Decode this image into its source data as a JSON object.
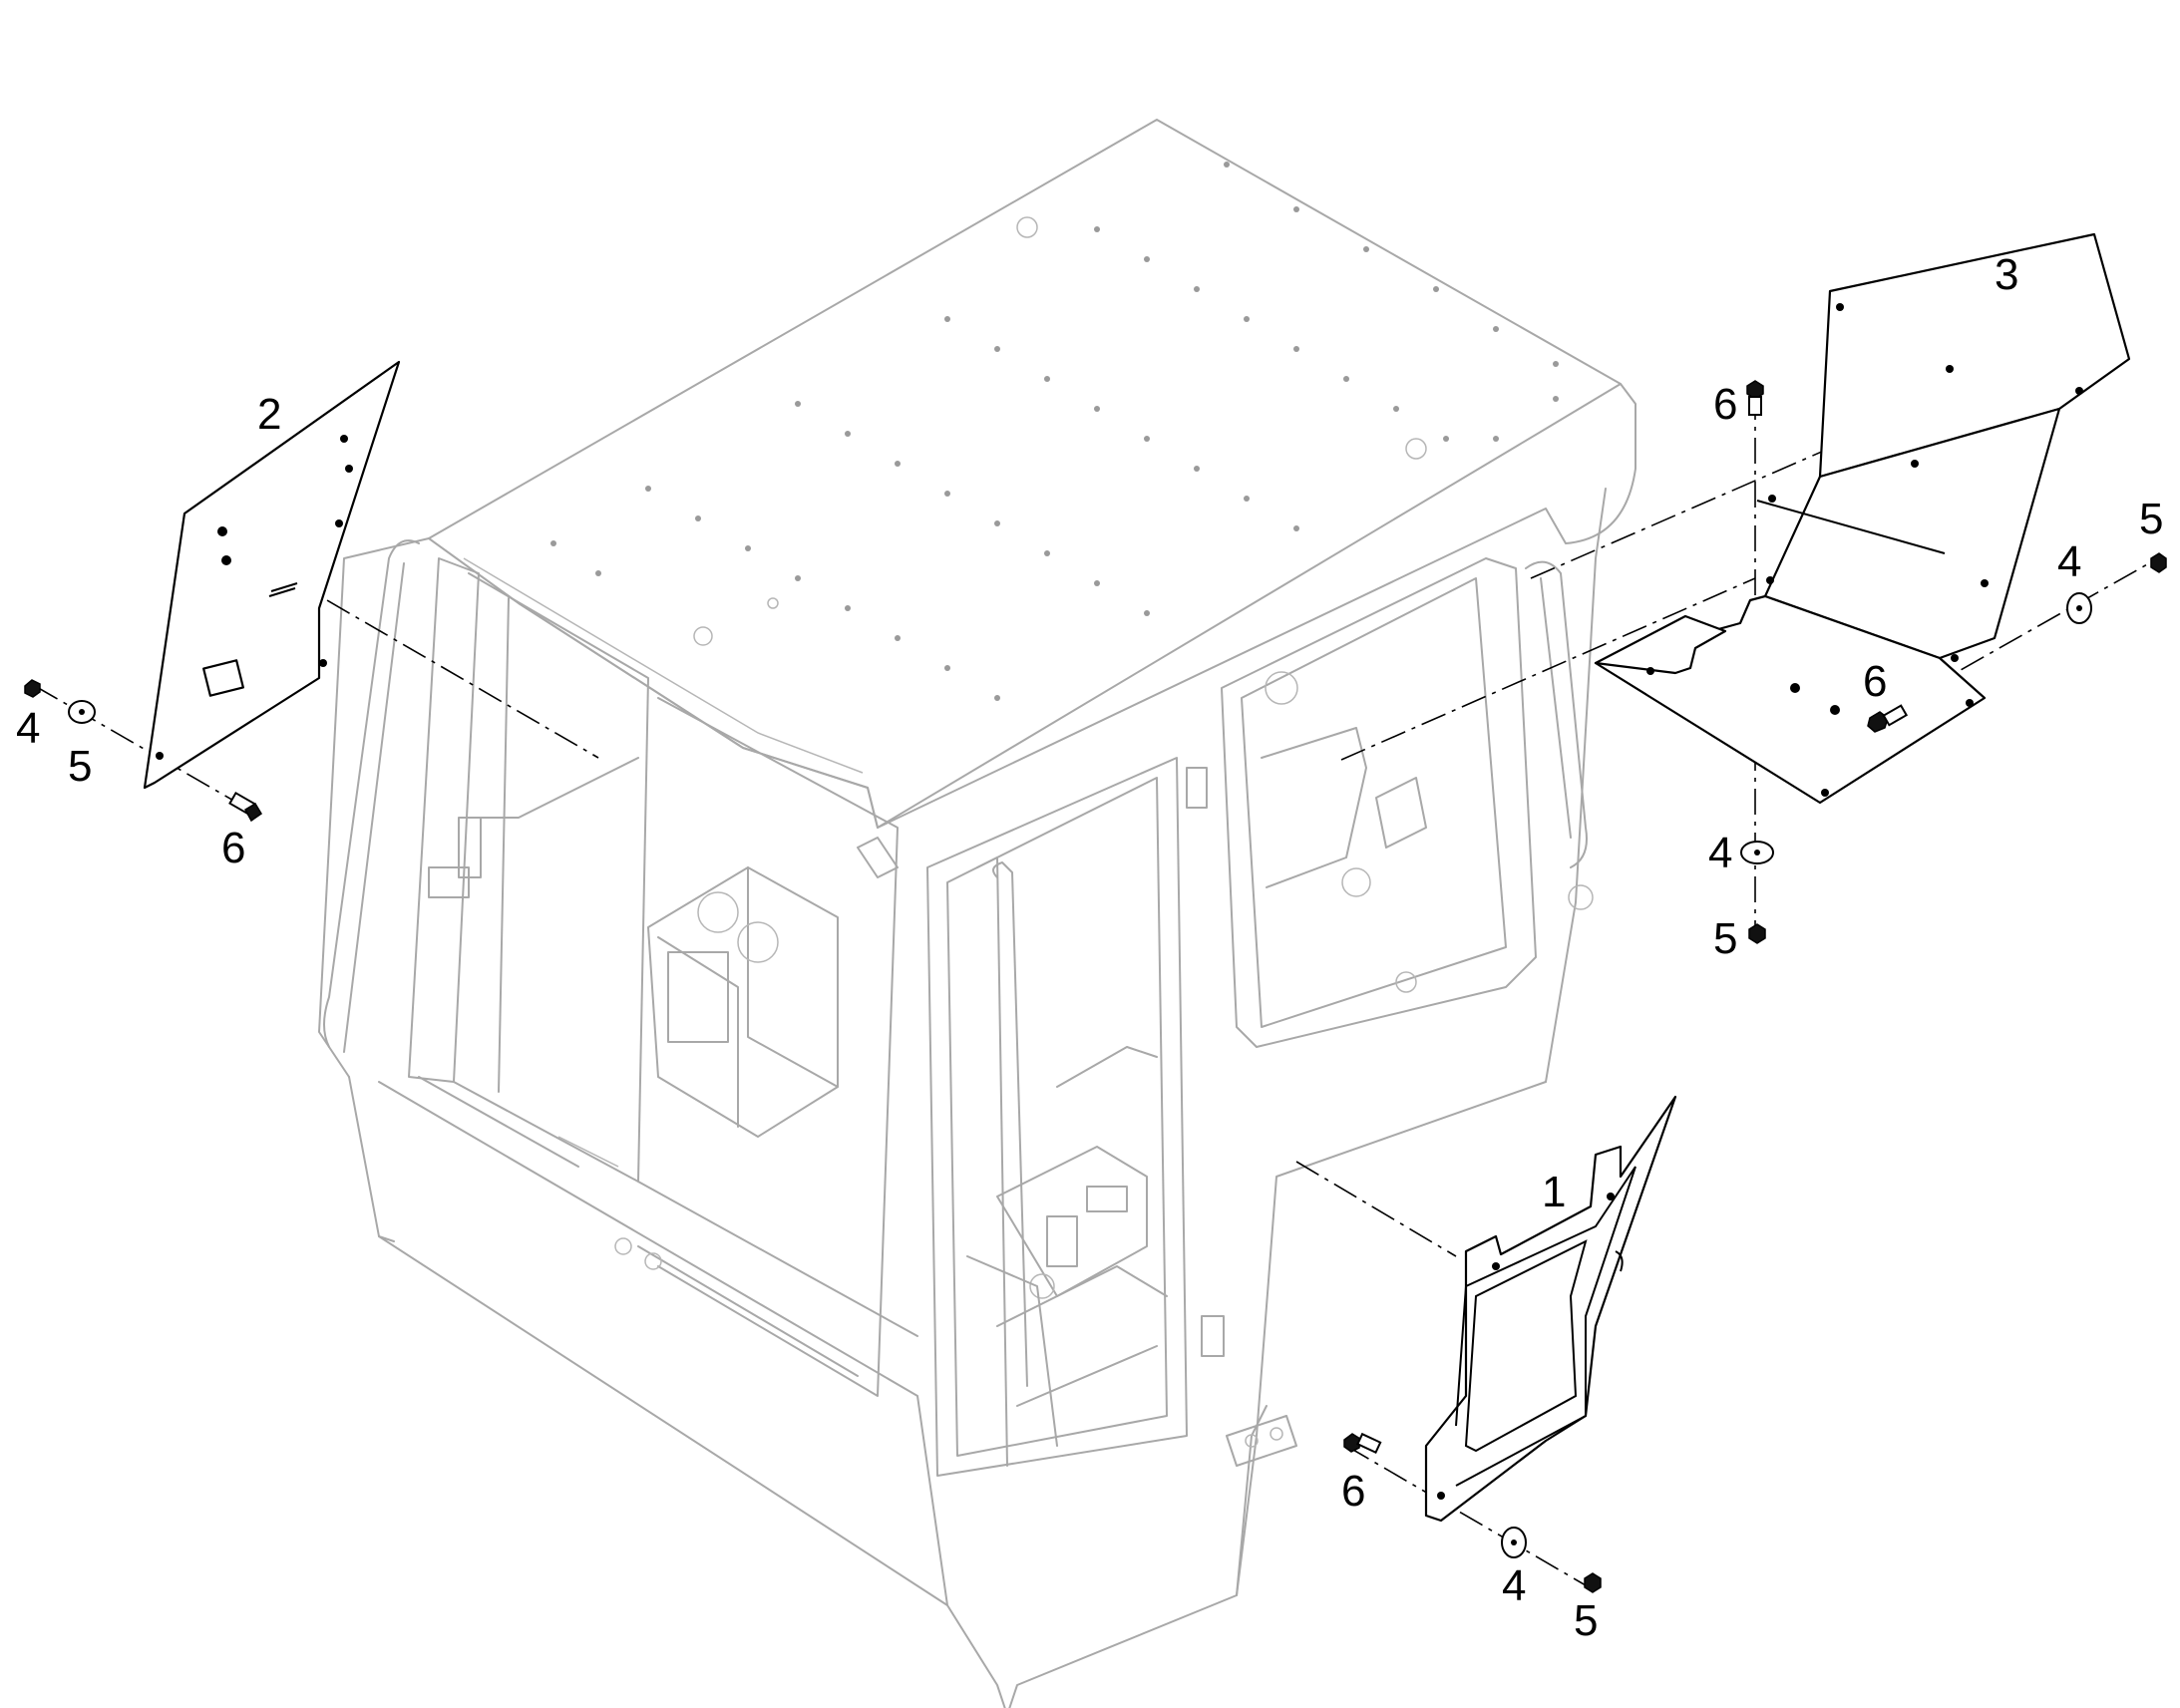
{
  "callouts": {
    "panel_2": "2",
    "panel_2_nut": "4",
    "panel_2_washer": "5",
    "panel_2_bolt": "6",
    "panel_3": "3",
    "panel_3_top_bolt": "6",
    "panel_3_side_washer": "4",
    "panel_3_side_nut": "5",
    "panel_3_side_bolt": "6",
    "panel_3_bottom_washer": "4",
    "panel_3_bottom_nut": "5",
    "panel_1": "1",
    "panel_1_bolt": "6",
    "panel_1_washer": "4",
    "panel_1_nut": "5"
  },
  "colors": {
    "cab_outline": "#a8a8a8",
    "part_outline": "#000000",
    "background": "#ffffff"
  }
}
